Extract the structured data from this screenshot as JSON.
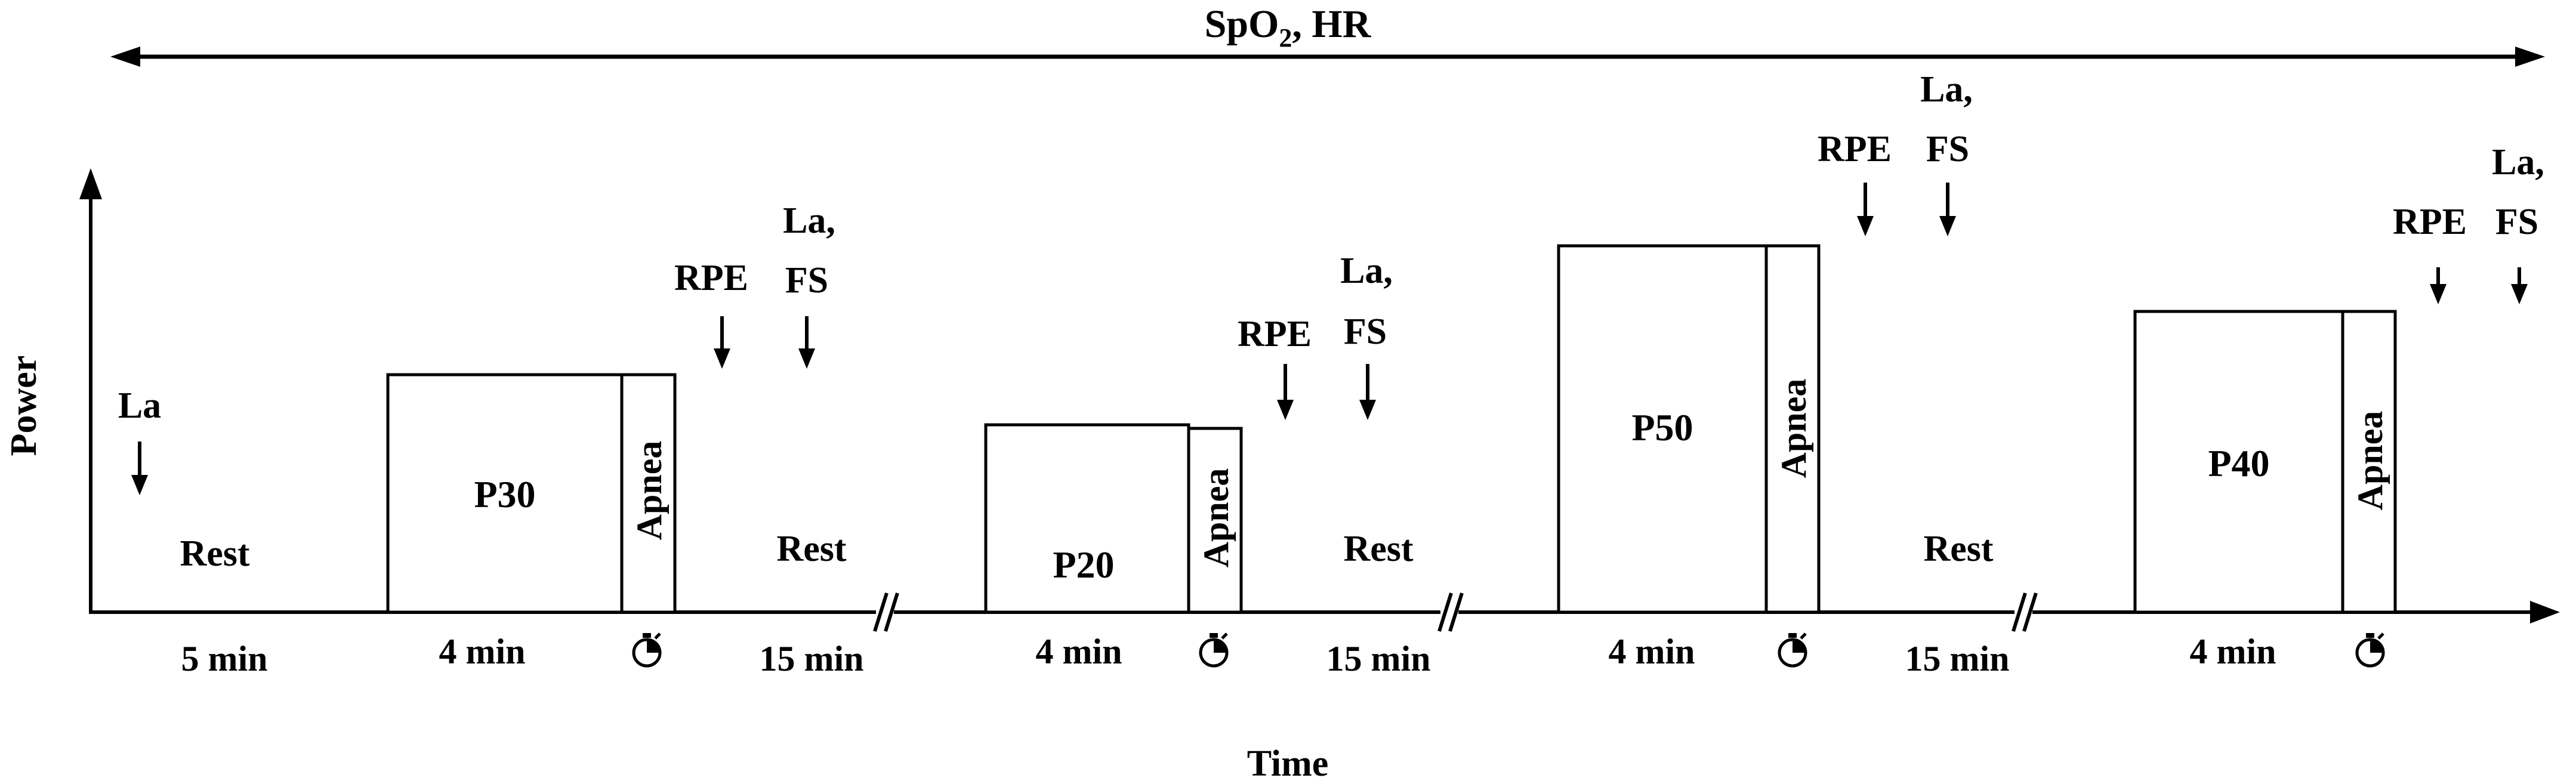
{
  "span_label": {
    "main": "SpO",
    "subscript": "2",
    "suffix": ", HR"
  },
  "y_axis_label": "Power",
  "x_axis_label": "Time",
  "stages": [
    {
      "kind": "rest",
      "label": "Rest",
      "duration": "5 min"
    },
    {
      "kind": "exercise",
      "label": "P30",
      "duration": "4 min",
      "apnea_label": "Apnea",
      "level": 30
    },
    {
      "kind": "rest",
      "label": "Rest",
      "duration": "15 min"
    },
    {
      "kind": "exercise",
      "label": "P20",
      "duration": "4 min",
      "apnea_label": "Apnea",
      "level": 20
    },
    {
      "kind": "rest",
      "label": "Rest",
      "duration": "15 min"
    },
    {
      "kind": "exercise",
      "label": "P50",
      "duration": "4 min",
      "apnea_label": "Apnea",
      "level": 50
    },
    {
      "kind": "rest",
      "label": "Rest",
      "duration": "15 min"
    },
    {
      "kind": "exercise",
      "label": "P40",
      "duration": "4 min",
      "apnea_label": "Apnea",
      "level": 40
    }
  ],
  "measurements": [
    {
      "lines": [
        "La"
      ]
    },
    {
      "lines": [
        "RPE"
      ]
    },
    {
      "lines": [
        "La,",
        "FS"
      ]
    },
    {
      "lines": [
        "RPE"
      ]
    },
    {
      "lines": [
        "La,",
        "FS"
      ]
    },
    {
      "lines": [
        "RPE"
      ]
    },
    {
      "lines": [
        "La,",
        "FS"
      ]
    },
    {
      "lines": [
        "RPE"
      ]
    },
    {
      "lines": [
        "La,",
        "FS"
      ]
    }
  ],
  "stopwatch_icon": "stopwatch-icon",
  "axis_break_icon": "axis-break-icon"
}
